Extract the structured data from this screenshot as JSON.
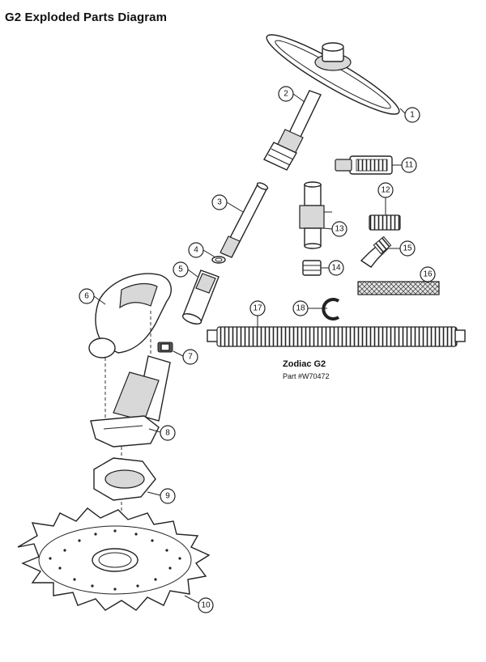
{
  "title": "G2 Exploded Parts Diagram",
  "product": {
    "name": "Zodiac G2",
    "part_number": "Part #W70472"
  },
  "callouts": [
    {
      "id": "callout-1",
      "label": "1"
    },
    {
      "id": "callout-2",
      "label": "2"
    },
    {
      "id": "callout-3",
      "label": "3"
    },
    {
      "id": "callout-4",
      "label": "4"
    },
    {
      "id": "callout-5",
      "label": "5"
    },
    {
      "id": "callout-6",
      "label": "6"
    },
    {
      "id": "callout-7",
      "label": "7"
    },
    {
      "id": "callout-8",
      "label": "8"
    },
    {
      "id": "callout-9",
      "label": "9"
    },
    {
      "id": "callout-10",
      "label": "10"
    },
    {
      "id": "callout-11",
      "label": "11"
    },
    {
      "id": "callout-12",
      "label": "12"
    },
    {
      "id": "callout-13",
      "label": "13"
    },
    {
      "id": "callout-14",
      "label": "14"
    },
    {
      "id": "callout-15",
      "label": "15"
    },
    {
      "id": "callout-16",
      "label": "16"
    },
    {
      "id": "callout-17",
      "label": "17"
    },
    {
      "id": "callout-18",
      "label": "18"
    }
  ]
}
